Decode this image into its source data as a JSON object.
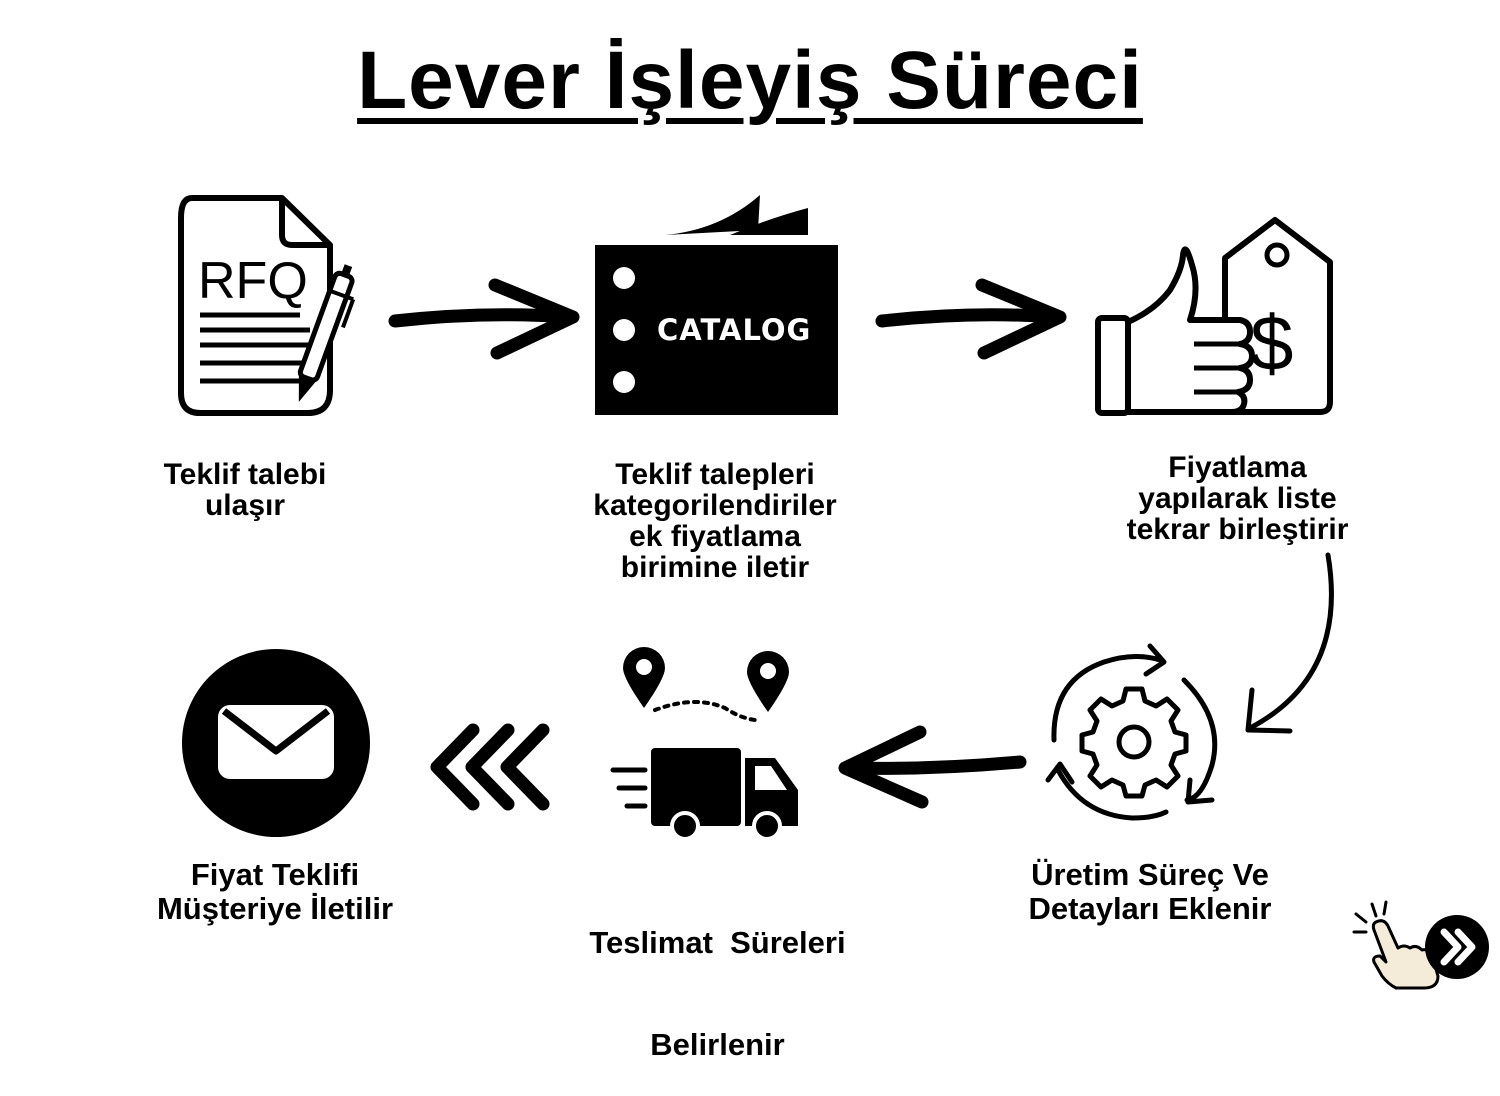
{
  "title": "Lever İşleyiş Süreci",
  "steps": [
    {
      "label_lines": [
        "Teklif talebi",
        "ulaşır"
      ],
      "icon": "rfq-document-icon",
      "icon_text": "RFQ"
    },
    {
      "label_lines": [
        "Teklif talepleri",
        "kategorilendiriler",
        "ek fiyatlama",
        "birimine iletir"
      ],
      "icon": "catalog-icon",
      "icon_text": "CATALOG"
    },
    {
      "label_lines": [
        "Fiyatlama",
        "yapılarak liste",
        "tekrar birleştirir"
      ],
      "icon": "thumbs-up-price-tag-icon",
      "icon_text": "$"
    },
    {
      "label_lines": [
        "Üretim Süreç Ve",
        "Detayları Eklenir"
      ],
      "icon": "gear-cycle-icon"
    },
    {
      "label_lines": [
        "Teslimat  Süreleri",
        "Belirlenir"
      ],
      "icon": "delivery-truck-icon"
    },
    {
      "label_lines": [
        "Fiyat Teklifi",
        "Müşteriye İletilir"
      ],
      "icon": "envelope-icon"
    }
  ],
  "colors": {
    "foreground": "#000000",
    "background": "#ffffff",
    "hand_skin": "#f4ecd9"
  }
}
